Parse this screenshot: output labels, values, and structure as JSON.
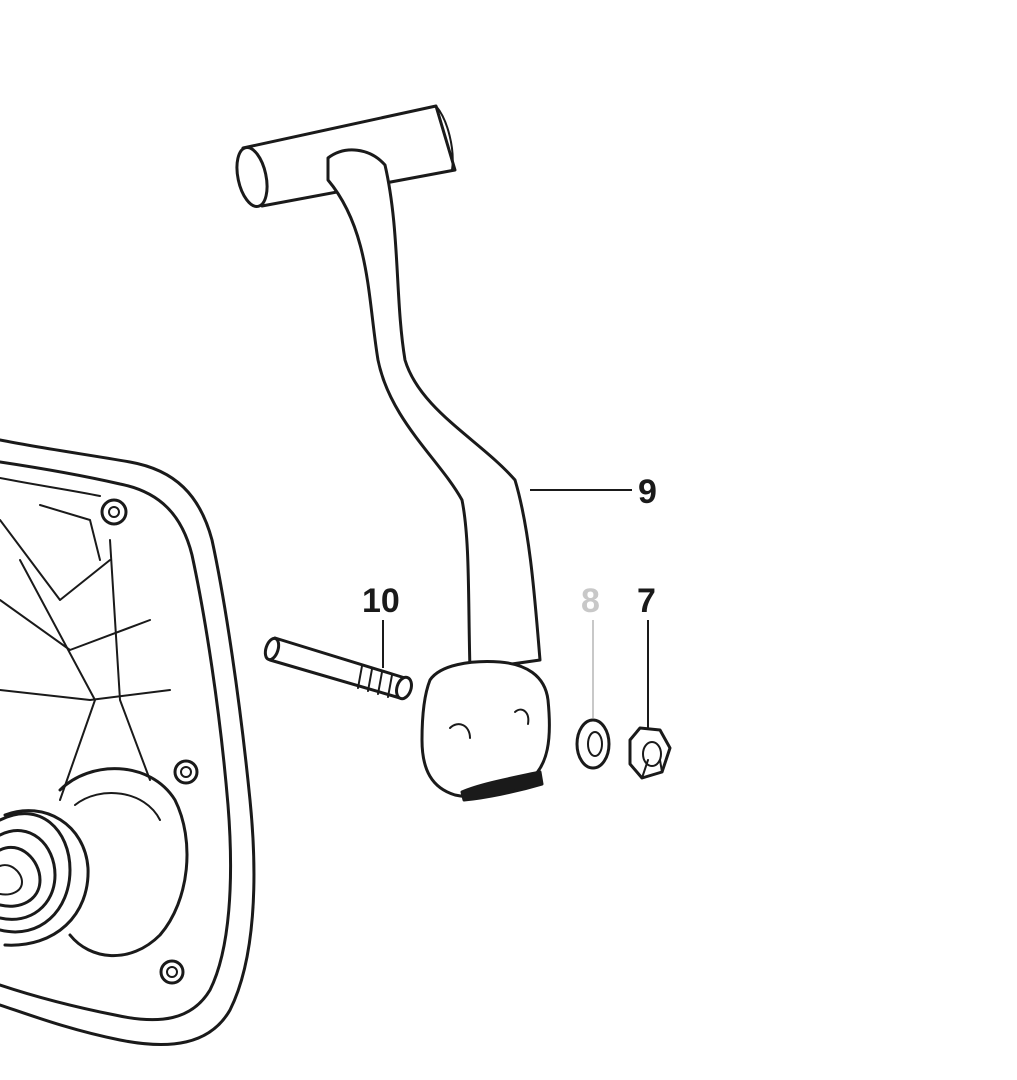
{
  "callouts": {
    "part_9": "9",
    "part_10": "10",
    "part_8": "8",
    "part_7": "7"
  },
  "colors": {
    "ink": "#1a1a1a",
    "faded_label": "#c8c8c8",
    "background": "#ffffff"
  }
}
